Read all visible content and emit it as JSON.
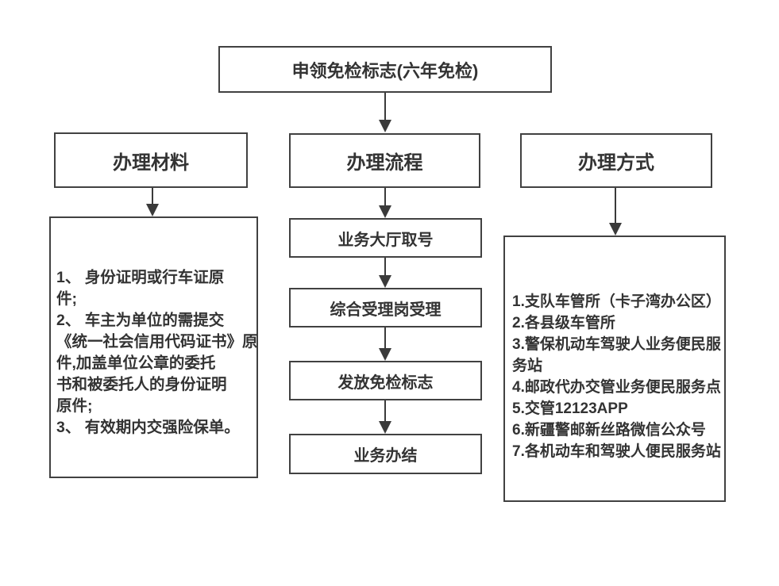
{
  "title": "申领免检标志(六年免检)",
  "materials": {
    "header": "办理材料",
    "body": "1、 身份证明或行车证原\n件;\n2、 车主为单位的需提交\n《统一社会信用代码证书》原\n件,加盖单位公章的委托\n书和被委托人的身份证明\n原件;\n3、 有效期内交强险保单。"
  },
  "process": {
    "header": "办理流程",
    "steps": [
      "业务大厅取号",
      "综合受理岗受理",
      "发放免检标志",
      "业务办结"
    ]
  },
  "methods": {
    "header": "办理方式",
    "body": "1.支队车管所（卡子湾办公区）\n2.各县级车管所\n3.警保机动车驾驶人业务便民服\n务站\n4.邮政代办交管业务便民服务点\n5.交管12123APP\n6.新疆警邮新丝路微信公众号\n7.各机动车和驾驶人便民服务站"
  },
  "colors": {
    "border": "#414141",
    "arrow": "#3a3a3a",
    "text": "#333333",
    "background": "#ffffff"
  }
}
